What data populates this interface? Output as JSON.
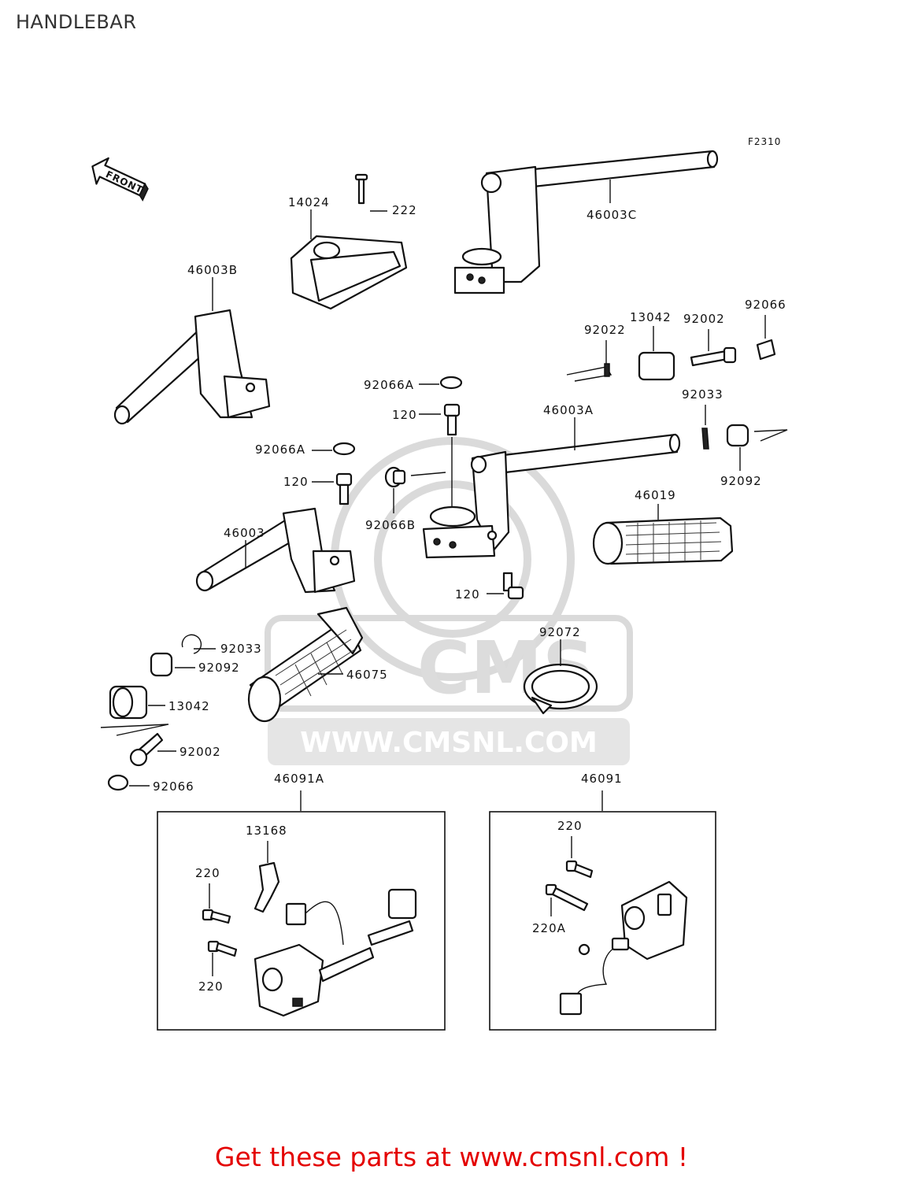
{
  "page": {
    "title": "HANDLEBAR",
    "figure_code": "F2310",
    "front_label": "FRONT",
    "watermark": {
      "brand": "CMS",
      "url": "WWW.CMSNL.COM"
    },
    "cta": "Get these parts at www.cmsnl.com !"
  },
  "parts": {
    "p46003c": "46003C",
    "p14024": "14024",
    "p222": "222",
    "p46003b": "46003B",
    "p92066_top": "92066",
    "p13042_top": "13042",
    "p92002_top": "92002",
    "p92022": "92022",
    "p92066a_top": "92066A",
    "p120_a": "120",
    "p46003a": "46003A",
    "p92033_top": "92033",
    "p92066a_mid": "92066A",
    "p120_b": "120",
    "p92066b": "92066B",
    "p92092_top": "92092",
    "p46019": "46019",
    "p46003": "46003",
    "p120_c": "120",
    "p92072": "92072",
    "p92033_bot": "92033",
    "p92092_bot": "92092",
    "p46075": "46075",
    "p13042_bot": "13042",
    "p92002_bot": "92002",
    "p92066_bot": "92066",
    "p46091a": "46091A",
    "p46091": "46091",
    "p13168": "13168",
    "p220_l1": "220",
    "p220_l2": "220",
    "p220_r": "220",
    "p220a": "220A"
  },
  "colors": {
    "cta": "#e40000",
    "ink": "#111111",
    "watermark": "#d6d6d6"
  }
}
